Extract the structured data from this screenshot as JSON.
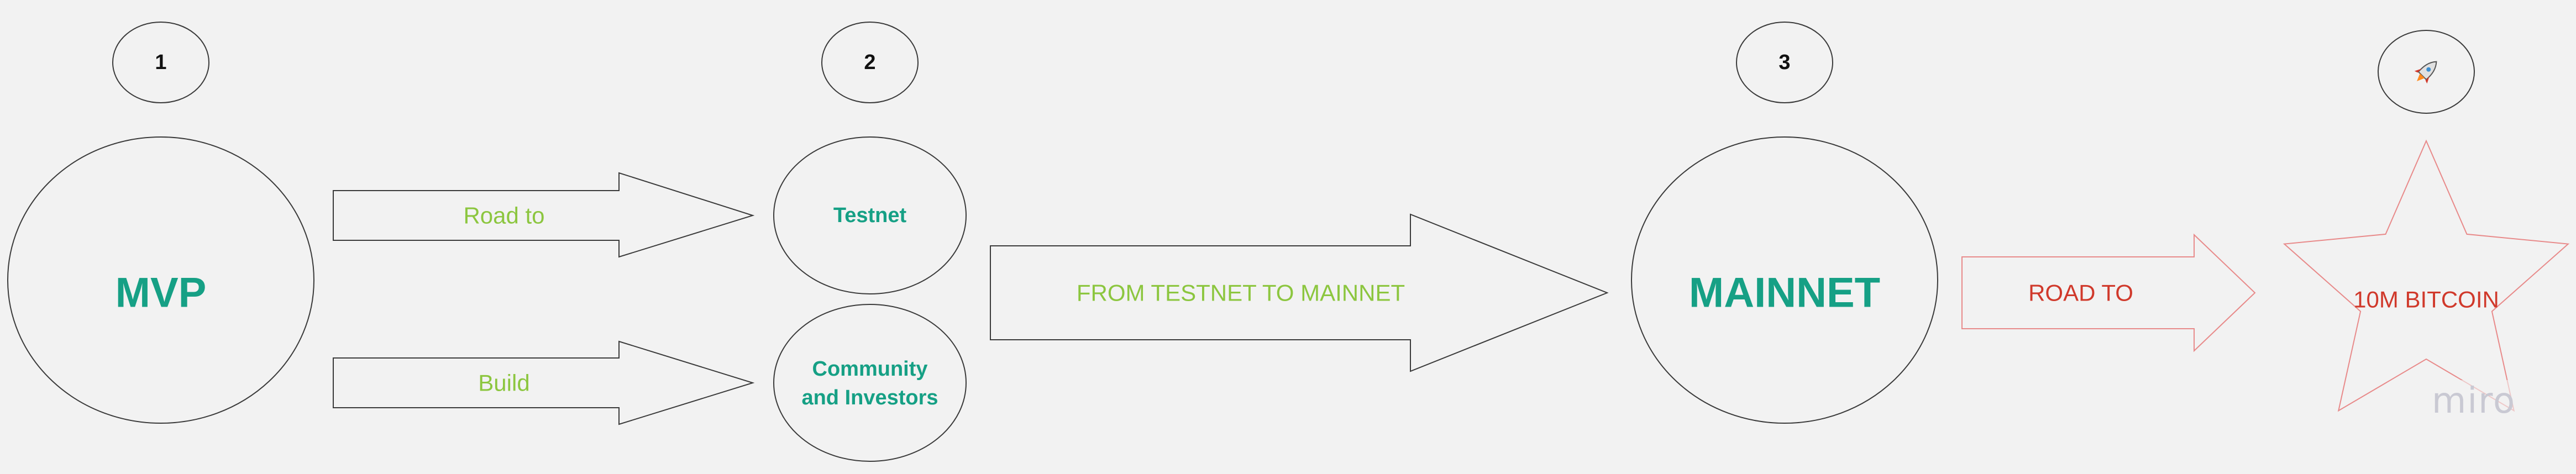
{
  "colors": {
    "background": "#f2f2f2",
    "outline": "#3a3a3a",
    "teal": "#16a085",
    "green": "#8cc63f",
    "red": "#d0392b",
    "red_outline": "#e88a8a",
    "rocket_body": "#e0e0e0",
    "rocket_flame": "#ff8a1f",
    "watermark": "#c9c9d3"
  },
  "steps": {
    "one": "1",
    "two": "2",
    "three": "3",
    "final_icon": "rocket-icon"
  },
  "nodes": {
    "mvp": "MVP",
    "testnet": "Testnet",
    "community_line1": "Community",
    "community_line2": "and Investors",
    "mainnet": "MAINNET",
    "goal": "10M BITCOIN"
  },
  "arrows": {
    "road_to": "Road to",
    "build": "Build",
    "testnet_to_mainnet": "FROM TESTNET TO MAINNET",
    "road_to_caps": "ROAD TO"
  },
  "watermark": "miro"
}
